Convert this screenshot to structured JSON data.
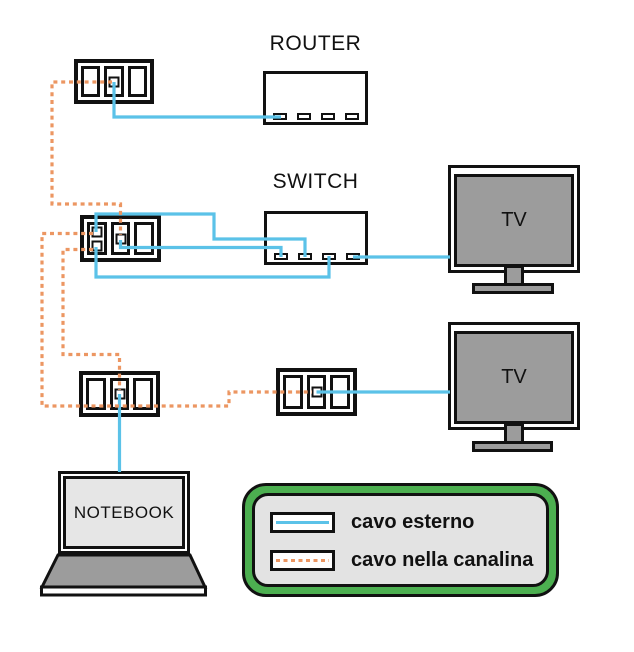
{
  "devices": {
    "router": {
      "label": "ROUTER"
    },
    "switch": {
      "label": "SWITCH"
    },
    "tv_top": {
      "label": "TV"
    },
    "tv_bottom": {
      "label": "TV"
    },
    "notebook": {
      "label": "NOTEBOOK"
    }
  },
  "legend": {
    "items": [
      {
        "label": "cavo esterno",
        "line_style": "solid"
      },
      {
        "label": "cavo nella canalina",
        "line_style": "dashed"
      }
    ]
  },
  "colors": {
    "external_cable": "#5bc2e8",
    "conduit_cable": "#ec9662",
    "outline": "#111111",
    "tv_screen_gray": "#9c9c9c",
    "notebook_screen_gray": "#e6e6e6",
    "notebook_base_gray": "#9c9c9c",
    "legend_green": "#4caf50",
    "legend_panel_gray": "#e3e3e3"
  },
  "cables": {
    "external": [
      "114,82 114,117 281,117",
      "96,232 96,214 214,214 214,239 305,239 305,257",
      "120.5,240 120.5,247.5 281,247.5 281,257",
      "96,247 96,277 329,277 329,256",
      "353,257 450,257",
      "316.5,392 450,392",
      "119.5,394 119.5,472"
    ],
    "conduit": [
      "112,82 52,82 52,204 120.5,204 120.5,235",
      "93,233.5 42,233.5 42,406 229,406 229,392 312,392",
      "93,249.5 63,249.5 63,354.5 119.5,354.5 119.5,390"
    ]
  }
}
